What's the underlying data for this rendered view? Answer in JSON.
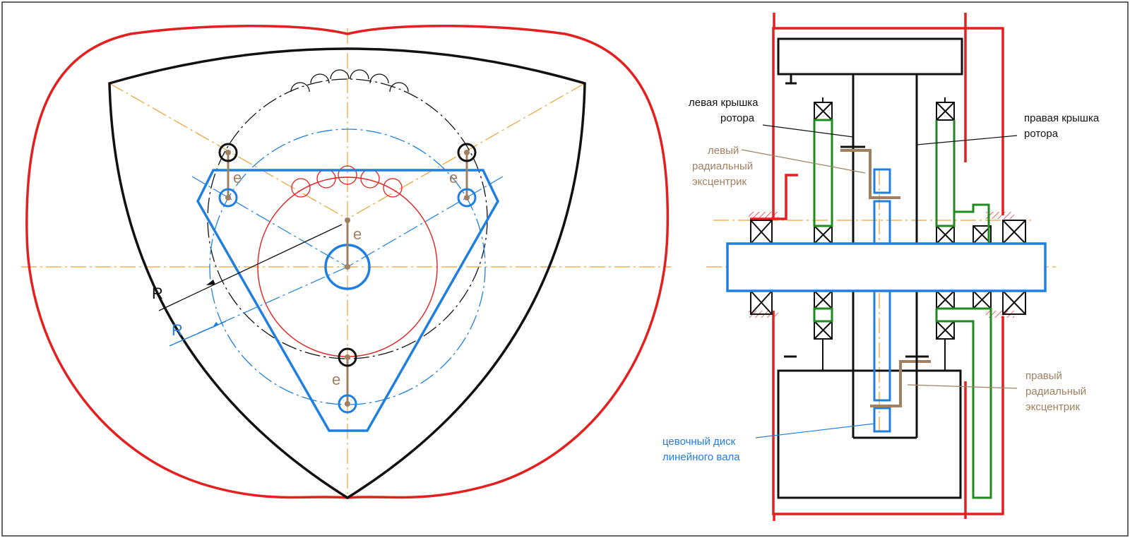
{
  "colors": {
    "black": "#111111",
    "red": "#e41f1f",
    "blue": "#1f7fe0",
    "green": "#1f8a1f",
    "orange": "#f0a030",
    "brown": "#a08060",
    "border": "#333333"
  },
  "labels": {
    "e": "e",
    "R": "R",
    "left_cover_1": "левая крышка",
    "left_cover_2": "ротора",
    "right_cover_1": "правая крышка",
    "right_cover_2": "ротора",
    "left_ecc_1": "левый",
    "left_ecc_2": "радиальный",
    "left_ecc_3": "эксцентрик",
    "right_ecc_1": "правый",
    "right_ecc_2": "радиальный",
    "right_ecc_3": "эксцентрик",
    "disk_1": "цевочный диск",
    "disk_2": "линейного вала"
  }
}
